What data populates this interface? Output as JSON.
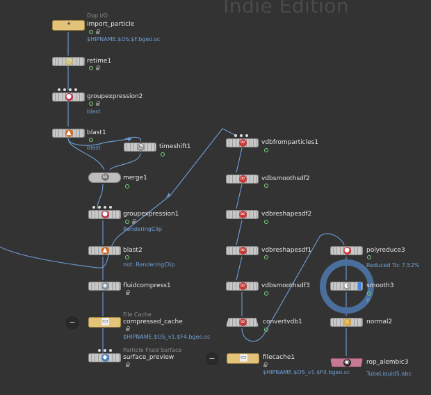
{
  "watermark": "Indie Edition",
  "colors": {
    "background": "#333333",
    "wire": "#6b97cc",
    "sub_text": "#6fa0d6",
    "flag": "#7bd87b"
  },
  "nodes": {
    "import_particle": {
      "category": "Dop I/O",
      "name": "import_particle",
      "sub": "$HIPNAME.$OS.$F.bgeo.sc",
      "icon": "import-icon"
    },
    "retime1": {
      "name": "retime1",
      "icon": "clock-icon"
    },
    "groupexpression2": {
      "name": "groupexpression2",
      "sub": "blast",
      "icon": "group-icon"
    },
    "blast1": {
      "name": "blast1",
      "sub": "blast",
      "icon": "blast-icon"
    },
    "timeshift1": {
      "name": "timeshift1",
      "icon": "timeshift-icon"
    },
    "merge1": {
      "name": "merge1",
      "icon": "merge-icon"
    },
    "groupexpression1": {
      "name": "groupexpression1",
      "sub": "RenderingClip",
      "icon": "group-icon"
    },
    "blast2": {
      "name": "blast2",
      "sub": "not: RenderingClip",
      "icon": "blast-icon"
    },
    "fluidcompress1": {
      "name": "fluidcompress1",
      "icon": "compress-icon"
    },
    "compressed_cache": {
      "category": "File Cache",
      "name": "compressed_cache",
      "sub": "$HIPNAME.$OS_v1.$F4.bgeo.sc",
      "icon": "cache-icon"
    },
    "surface_preview": {
      "category": "Particle Fluid Surface",
      "name": "surface_preview",
      "icon": "surface-icon"
    },
    "vdbfromparticles1": {
      "name": "vdbfromparticles1",
      "icon": "vdb-icon"
    },
    "vdbsmoothsdf2": {
      "name": "vdbsmoothsdf2",
      "icon": "vdb-icon"
    },
    "vdbreshapesdf2": {
      "name": "vdbreshapesdf2",
      "icon": "vdb-icon"
    },
    "vdbreshapesdf1": {
      "name": "vdbreshapesdf1",
      "icon": "vdb-icon"
    },
    "vdbsmoothsdf3": {
      "name": "vdbsmoothsdf3",
      "icon": "vdb-icon"
    },
    "convertvdb1": {
      "name": "convertvdb1",
      "icon": "vdb-icon"
    },
    "filecache1": {
      "name": "filecache1",
      "sub": "$HIPNAME.$OS_v1.$F4.bgeo.sc",
      "icon": "cache-icon"
    },
    "polyreduce3": {
      "name": "polyreduce3",
      "sub": "Reduced To: 7.52%",
      "icon": "polyreduce-icon"
    },
    "smooth3": {
      "name": "smooth3",
      "sub": "P",
      "icon": "smooth-icon"
    },
    "normal2": {
      "name": "normal2",
      "icon": "normal-icon"
    },
    "rop_alembic3": {
      "name": "rop_alembic3",
      "sub": "TubeLiquid5.abc",
      "icon": "alembic-icon"
    }
  }
}
